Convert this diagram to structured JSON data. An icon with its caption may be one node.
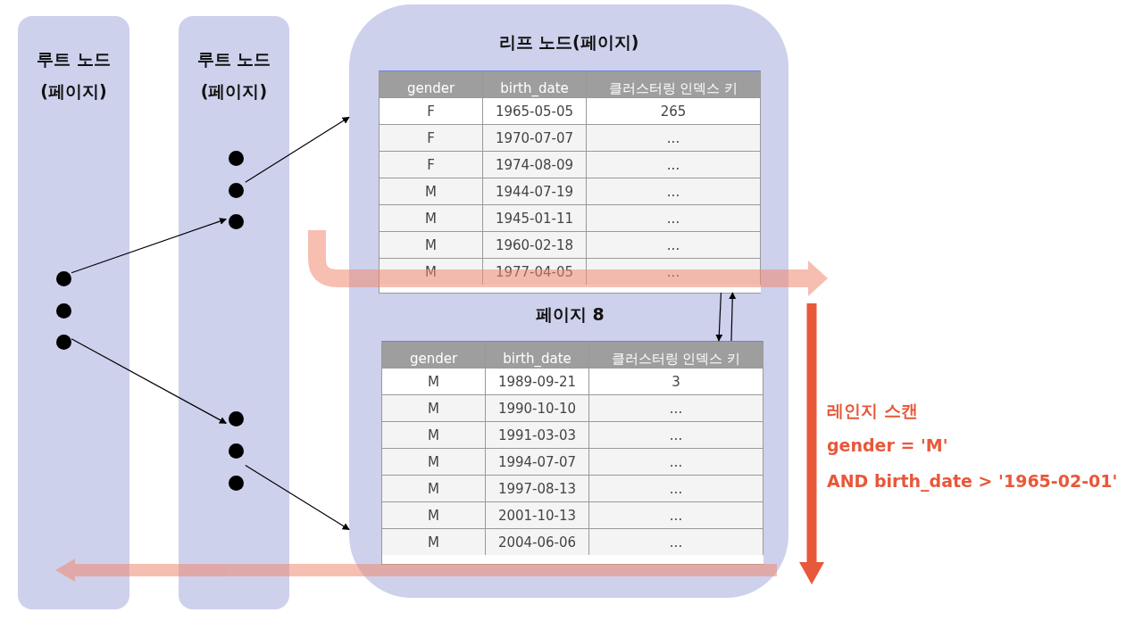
{
  "diagram": {
    "nodes": [
      {
        "text": [
          "루트 노드 (페이지)"
        ]
      },
      {
        "text": [],
        "shape": "dots",
        "in": 0
      },
      {
        "text": [
          "루트 노드 (페이지)"
        ]
      },
      {
        "text": [],
        "shape": "dots",
        "in": 2
      },
      {
        "text": [],
        "shape": "dots",
        "in": 2
      },
      {
        "text": [
          "리프 노드(페이지)"
        ]
      },
      {
        "text": [],
        "shape": "box",
        "in": 5
      },
      {
        "text": [],
        "shape": "box",
        "in": 5
      }
    ],
    "edges": [
      {
        "from": 1,
        "to": 3,
        "arrow": "to"
      },
      {
        "from": 1,
        "to": 4,
        "arrow": "to"
      },
      {
        "from": 3,
        "to": 5,
        "arrow": "to"
      },
      {
        "from": 4,
        "to": 5,
        "arrow": "to"
      },
      {
        "from": 6,
        "to": 7,
        "arrow": "to"
      },
      {
        "from": 7,
        "to": 6,
        "arrow": "to"
      }
    ],
    "labels": [
      "gender",
      "birth_date",
      "클러스터링 인덱스 키",
      "F",
      "1965-05-05",
      "265",
      "F",
      "1970-07-07",
      "...",
      "F",
      "1974-08-09",
      "...",
      "M",
      "1944-07-19",
      "...",
      "M",
      "1945-01-11",
      "...",
      "M",
      "1960-02-18",
      "...",
      "M",
      "1977-04-05",
      "...",
      "페이지 8",
      "gender",
      "birth_date",
      "클러스터링 인덱스 키",
      "M",
      "1989-09-21",
      "3",
      "M",
      "1990-10-10",
      "...",
      "M",
      "1991-03-03",
      "...",
      "M",
      "1994-07-07",
      "...",
      "M",
      "1997-08-13",
      "...",
      "M",
      "2001-10-13",
      "...",
      "M",
      "2004-06-06",
      "...",
      "레인지 스캔",
      "gender = 'M'",
      "AND birth_date > '1965-02-01'"
    ]
  }
}
